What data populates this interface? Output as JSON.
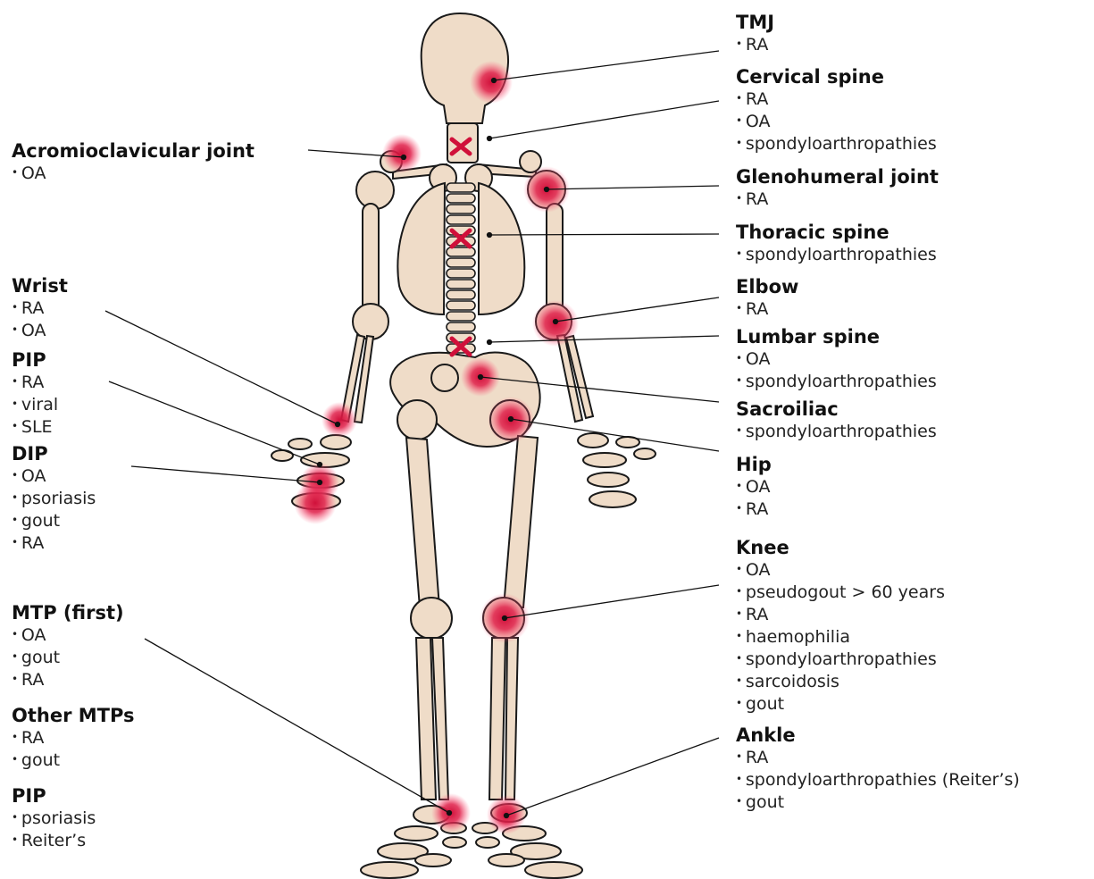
{
  "labels": {
    "tmj": {
      "title": "TMJ",
      "items": [
        "RA"
      ]
    },
    "cervical": {
      "title": "Cervical spine",
      "items": [
        "RA",
        "OA",
        "spondyloarthropathies"
      ]
    },
    "glenohumeral": {
      "title": "Glenohumeral joint",
      "items": [
        "RA"
      ]
    },
    "thoracic": {
      "title": "Thoracic spine",
      "items": [
        "spondyloarthropathies"
      ]
    },
    "elbow": {
      "title": "Elbow",
      "items": [
        "RA"
      ]
    },
    "lumbar": {
      "title": "Lumbar spine",
      "items": [
        "OA",
        "spondyloarthropathies"
      ]
    },
    "sacroiliac": {
      "title": "Sacroiliac",
      "items": [
        "spondyloarthropathies"
      ]
    },
    "hip": {
      "title": "Hip",
      "items": [
        "OA",
        "RA"
      ]
    },
    "knee": {
      "title": "Knee",
      "items": [
        "OA",
        "pseudogout > 60 years",
        "RA",
        "haemophilia",
        "spondyloarthropathies",
        "sarcoidosis",
        "gout"
      ]
    },
    "ankle": {
      "title": "Ankle",
      "items": [
        "RA",
        "spondyloarthropathies (Reiter’s)",
        "gout"
      ]
    },
    "acromioclavicular": {
      "title": "Acromioclavicular joint",
      "items": [
        "OA"
      ]
    },
    "wrist": {
      "title": "Wrist",
      "items": [
        "RA",
        "OA"
      ]
    },
    "pip_hand": {
      "title": "PIP",
      "items": [
        "RA",
        "viral",
        "SLE"
      ]
    },
    "dip": {
      "title": "DIP",
      "items": [
        "OA",
        "psoriasis",
        "gout",
        "RA"
      ]
    },
    "mtp_first": {
      "title": "MTP (first)",
      "items": [
        "OA",
        "gout",
        "RA"
      ]
    },
    "other_mtps": {
      "title": "Other MTPs",
      "items": [
        "RA",
        "gout"
      ]
    },
    "pip_foot": {
      "title": "PIP",
      "items": [
        "psoriasis",
        "Reiter’s"
      ]
    }
  },
  "colors": {
    "bone_fill": "#efdcc8",
    "bone_stroke": "#1a1a1a",
    "inflammation": "#d0103a",
    "spine_marker": "#d0103a",
    "leader_line": "#111111"
  }
}
